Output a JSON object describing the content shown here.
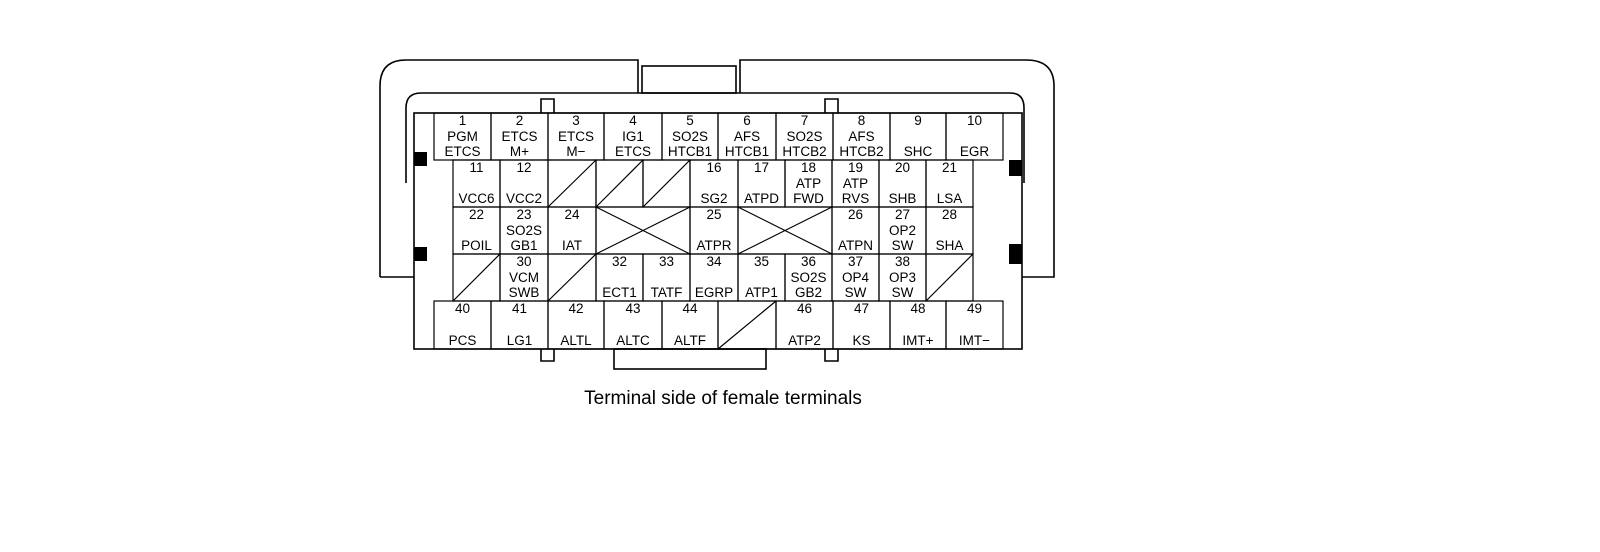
{
  "caption": "Terminal side of female terminals",
  "connector": {
    "rows": [
      [
        {
          "num": "1",
          "lines": [
            "PGM",
            "ETCS"
          ]
        },
        {
          "num": "2",
          "lines": [
            "ETCS",
            "M+"
          ]
        },
        {
          "num": "3",
          "lines": [
            "ETCS",
            "M−"
          ]
        },
        {
          "num": "4",
          "lines": [
            "IG1",
            "ETCS"
          ]
        },
        {
          "num": "5",
          "lines": [
            "SO2S",
            "HTCB1"
          ]
        },
        {
          "num": "6",
          "lines": [
            "AFS",
            "HTCB1"
          ]
        },
        {
          "num": "7",
          "lines": [
            "SO2S",
            "HTCB2"
          ]
        },
        {
          "num": "8",
          "lines": [
            "AFS",
            "HTCB2"
          ]
        },
        {
          "num": "9",
          "lines": [
            "SHC"
          ]
        },
        {
          "num": "10",
          "lines": [
            "EGR"
          ]
        }
      ],
      [
        {
          "num": "11",
          "lines": [
            "VCC6"
          ]
        },
        {
          "num": "12",
          "lines": [
            "VCC2"
          ]
        },
        {
          "empty": "slash"
        },
        {
          "empty": "slash"
        },
        {
          "empty": "slash"
        },
        {
          "num": "16",
          "lines": [
            "SG2"
          ]
        },
        {
          "num": "17",
          "lines": [
            "ATPD"
          ]
        },
        {
          "num": "18",
          "lines": [
            "ATP",
            "FWD"
          ]
        },
        {
          "num": "19",
          "lines": [
            "ATP",
            "RVS"
          ]
        },
        {
          "num": "20",
          "lines": [
            "SHB"
          ]
        },
        {
          "num": "21",
          "lines": [
            "LSA"
          ]
        }
      ],
      [
        {
          "num": "22",
          "lines": [
            "POIL"
          ]
        },
        {
          "num": "23",
          "lines": [
            "SO2S",
            "GB1"
          ]
        },
        {
          "num": "24",
          "lines": [
            "IAT"
          ]
        },
        {
          "empty": "cross"
        },
        {
          "num": "25",
          "lines": [
            "ATPR"
          ]
        },
        {
          "empty": "cross"
        },
        {
          "num": "26",
          "lines": [
            "ATPN"
          ]
        },
        {
          "num": "27",
          "lines": [
            "OP2",
            "SW"
          ]
        },
        {
          "num": "28",
          "lines": [
            "SHA"
          ]
        }
      ],
      [
        {
          "empty": "slash"
        },
        {
          "num": "30",
          "lines": [
            "VCM",
            "SWB"
          ]
        },
        {
          "empty": "slash"
        },
        {
          "num": "32",
          "lines": [
            "ECT1"
          ]
        },
        {
          "num": "33",
          "lines": [
            "TATF"
          ]
        },
        {
          "num": "34",
          "lines": [
            "EGRP"
          ]
        },
        {
          "num": "35",
          "lines": [
            "ATP1"
          ]
        },
        {
          "num": "36",
          "lines": [
            "SO2S",
            "GB2"
          ]
        },
        {
          "num": "37",
          "lines": [
            "OP4",
            "SW"
          ]
        },
        {
          "num": "38",
          "lines": [
            "OP3",
            "SW"
          ]
        },
        {
          "empty": "slash"
        }
      ],
      [
        {
          "num": "40",
          "lines": [
            "PCS"
          ]
        },
        {
          "num": "41",
          "lines": [
            "LG1"
          ]
        },
        {
          "num": "42",
          "lines": [
            "ALTL"
          ]
        },
        {
          "num": "43",
          "lines": [
            "ALTC"
          ]
        },
        {
          "num": "44",
          "lines": [
            "ALTF"
          ]
        },
        {
          "empty": "slash"
        },
        {
          "num": "46",
          "lines": [
            "ATP2"
          ]
        },
        {
          "num": "47",
          "lines": [
            "KS"
          ]
        },
        {
          "num": "48",
          "lines": [
            "IMT+"
          ]
        },
        {
          "num": "49",
          "lines": [
            "IMT−"
          ]
        }
      ]
    ]
  }
}
